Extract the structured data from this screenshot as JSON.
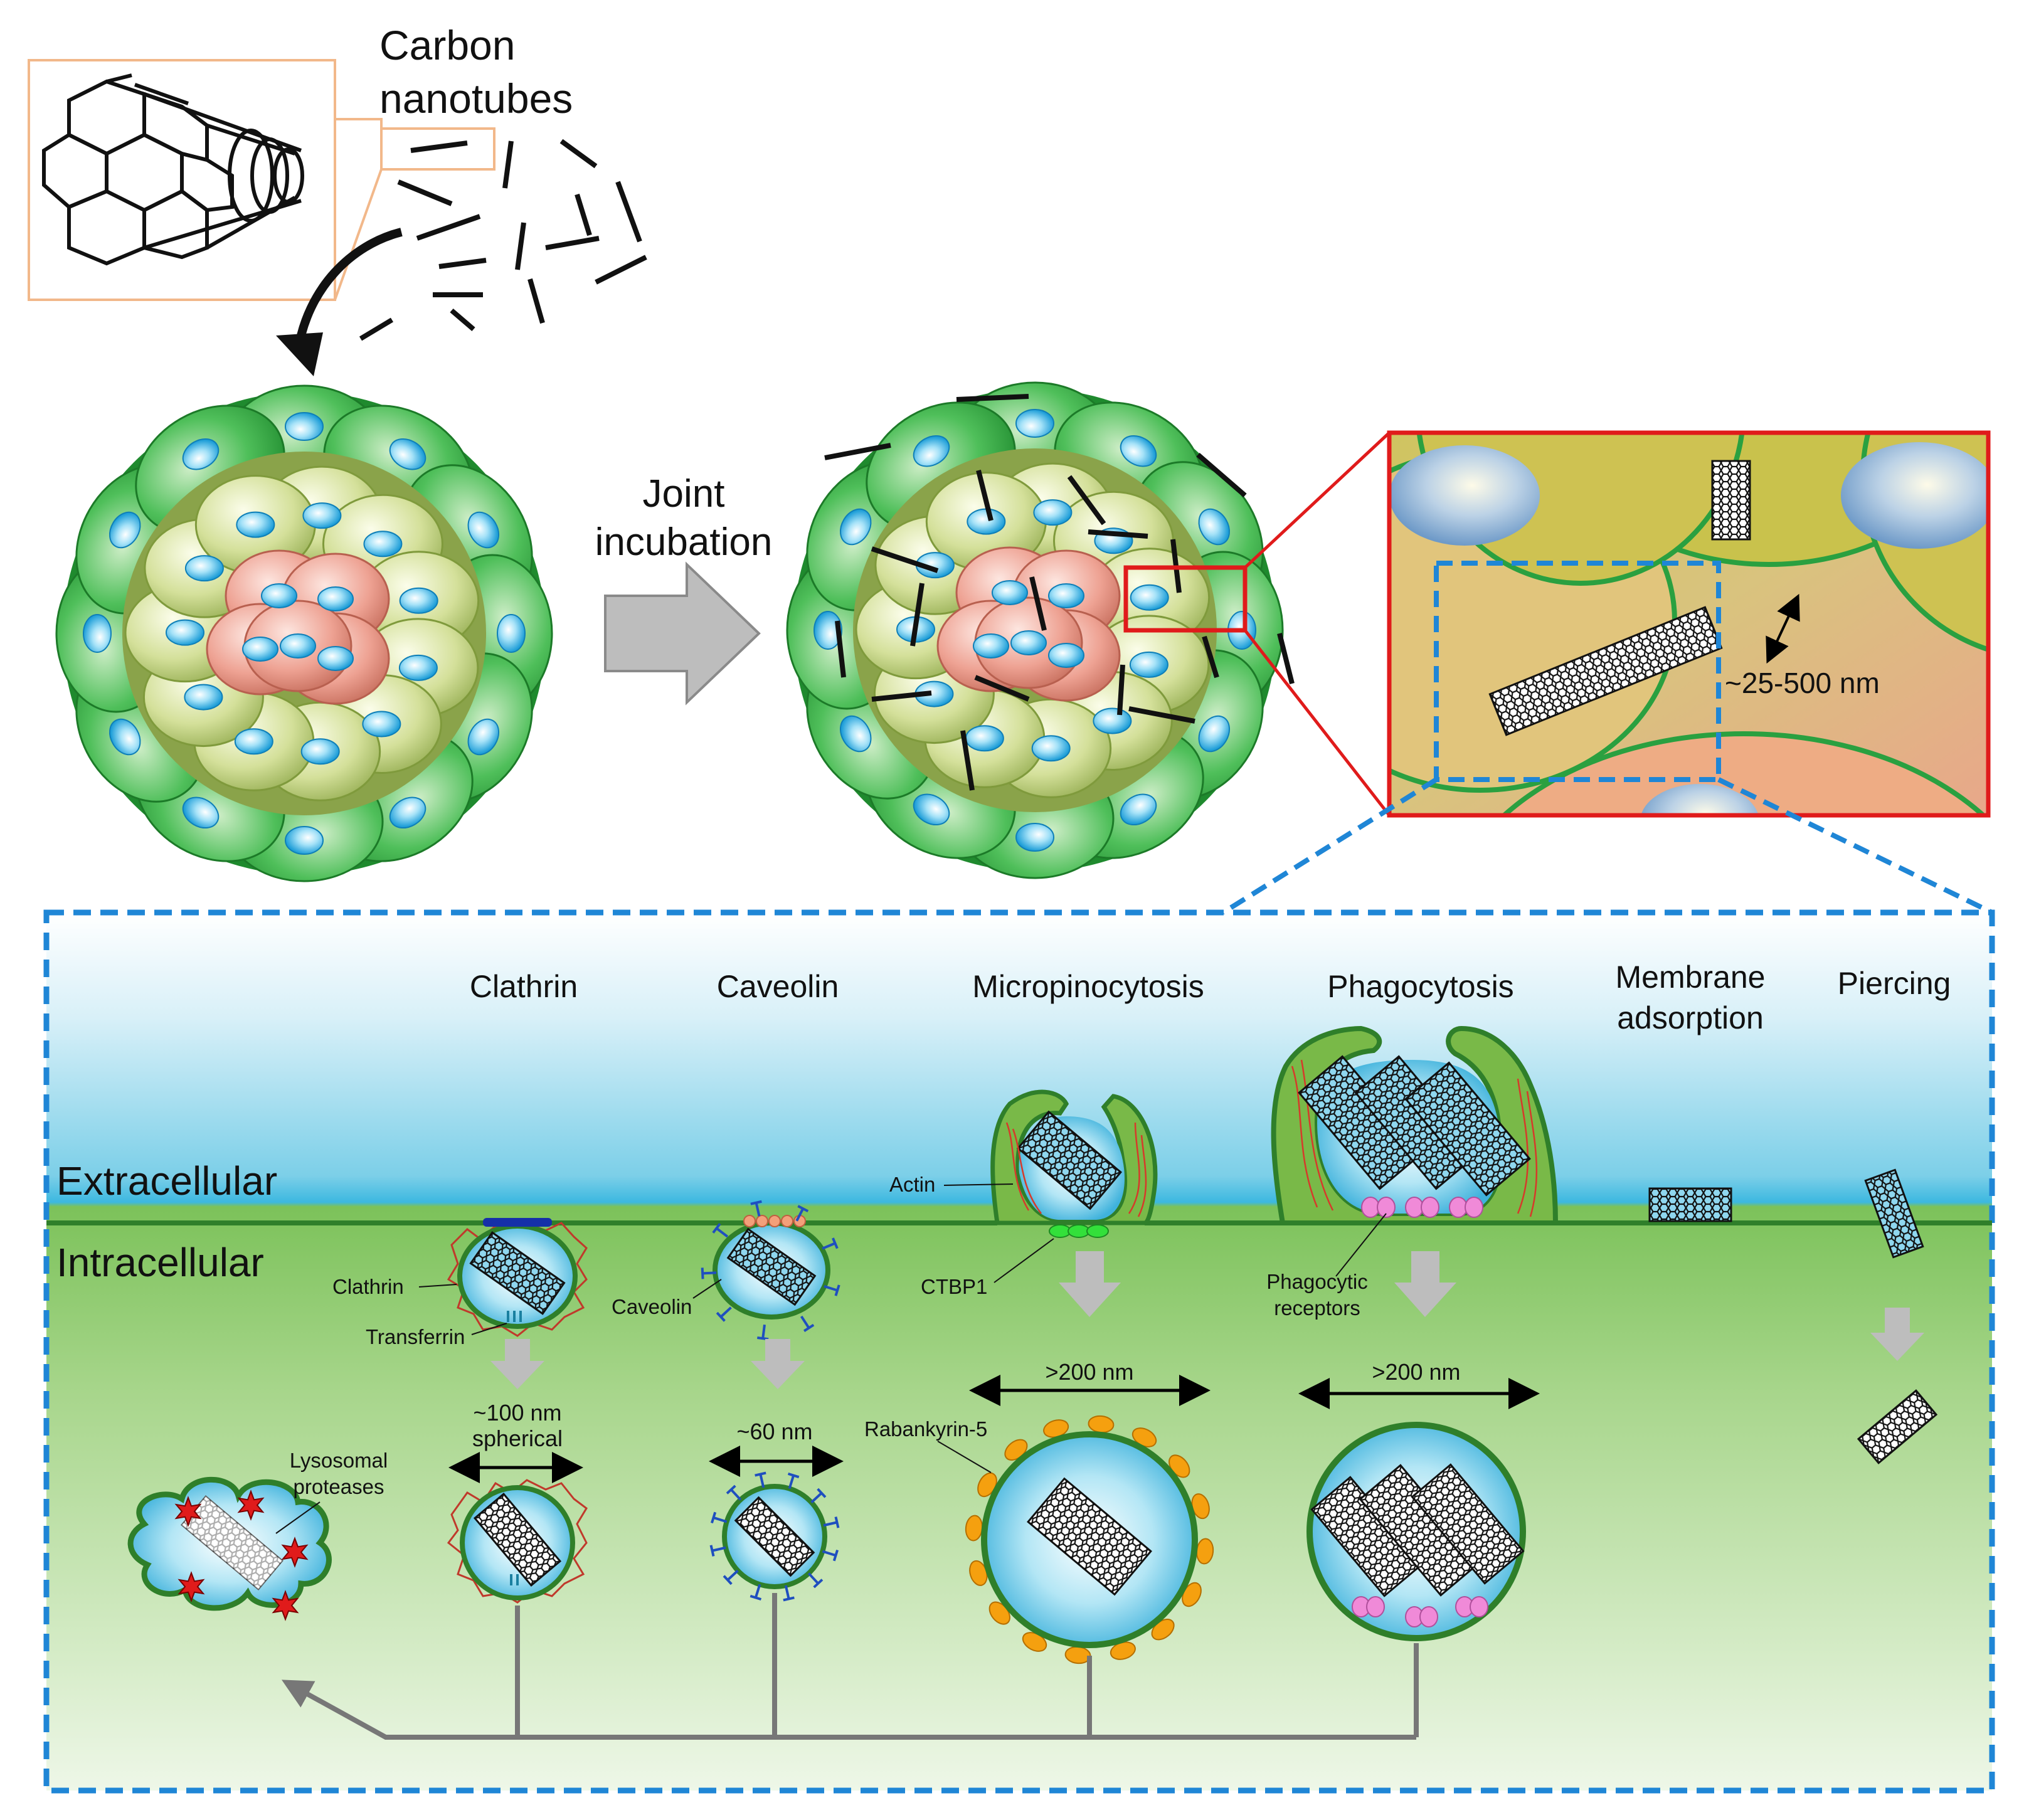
{
  "header": {
    "nanotube_label_line1": "Carbon",
    "nanotube_label_line2": "nanotubes",
    "incubation_line1": "Joint",
    "incubation_line2": "incubation",
    "gap_size": "~25-500 nm"
  },
  "zones": {
    "extracellular": "Extracellular",
    "intracellular": "Intracellular"
  },
  "pathways": [
    {
      "title": "Clathrin"
    },
    {
      "title": "Caveolin"
    },
    {
      "title": "Micropinocytosis"
    },
    {
      "title": "Phagocytosis"
    },
    {
      "title_line1": "Membrane",
      "title_line2": "adsorption"
    },
    {
      "title": "Piercing"
    }
  ],
  "annotations": {
    "clathrin": "Clathrin",
    "transferrin": "Transferrin",
    "caveolin": "Caveolin",
    "actin": "Actin",
    "ctbp1": "CTBP1",
    "phagocytic_line1": "Phagocytic",
    "phagocytic_line2": "receptors",
    "rabankyrin": "Rabankyrin-5",
    "lysosomal_line1": "Lysosomal",
    "lysosomal_line2": "proteases"
  },
  "sizes": {
    "clathrin_line1": "~100 nm",
    "clathrin_line2": "spherical",
    "caveolin": "~60 nm",
    "macro": ">200 nm",
    "phago": ">200 nm"
  },
  "colors": {
    "outer_cell": "#2ea043",
    "inner_cell": "#c9d98a",
    "core_cell": "#e39a8c",
    "nucleus": "#5fc3ee",
    "highlight_frame": "#e01b1b",
    "dashed_frame": "#1f86d6",
    "membrane": "#2f8f2f",
    "vesicle": "#6ccbe8",
    "clathrin_coat": "#c0392b",
    "caveolin_spike": "#1f4fbf",
    "rabankyrin": "#f5a00f",
    "receptor": "#f08ad8",
    "protease": "#e01b1b",
    "arrow_gray": "#a8a8a8"
  }
}
